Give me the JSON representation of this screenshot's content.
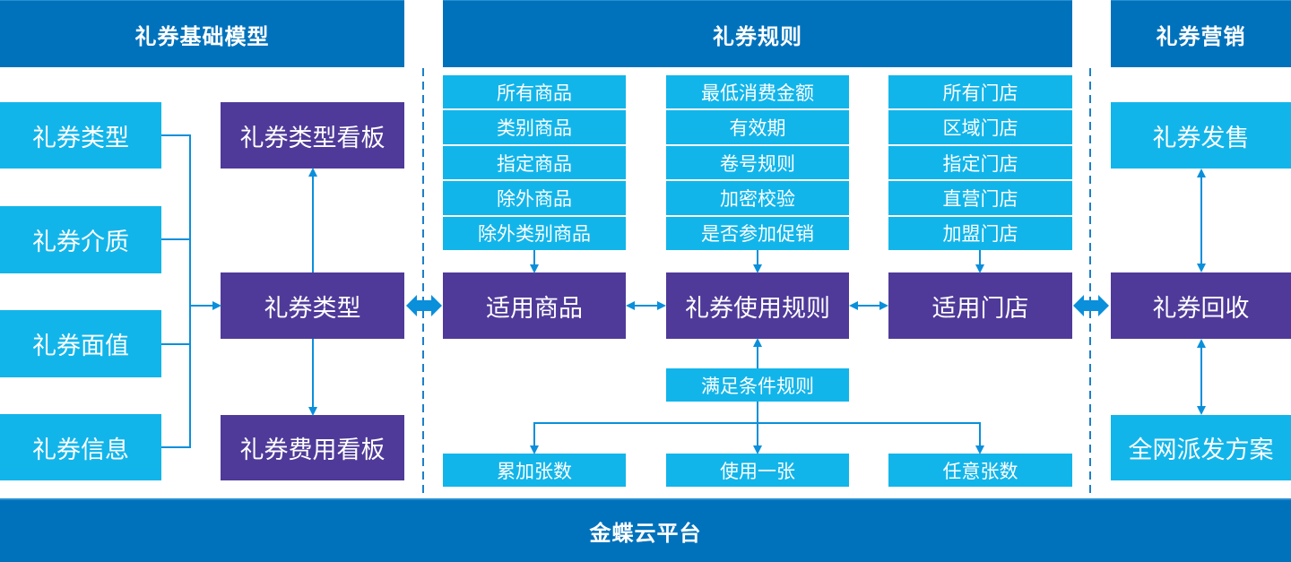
{
  "colors": {
    "header_blue": "#0072BC",
    "box_cyan": "#12B5EA",
    "box_purple": "#4F3A99",
    "connector_blue": "#0A8FDB",
    "text_white": "#FFFFFF"
  },
  "sections": {
    "base_model": {
      "title": "礼券基础模型",
      "inputs": [
        "礼券类型",
        "礼券介质",
        "礼券面值",
        "礼券信息"
      ],
      "core": "礼券类型",
      "outputs": {
        "top": "礼券类型看板",
        "bottom": "礼券费用看板"
      }
    },
    "rules": {
      "title": "礼券规则",
      "goods_options": [
        "所有商品",
        "类别商品",
        "指定商品",
        "除外商品",
        "除外类别商品"
      ],
      "rule_options": [
        "最低消费金额",
        "有效期",
        "卷号规则",
        "加密校验",
        "是否参加促销"
      ],
      "store_options": [
        "所有门店",
        "区域门店",
        "指定门店",
        "直营门店",
        "加盟门店"
      ],
      "applicable_goods": "适用商品",
      "usage_rules": "礼券使用规则",
      "applicable_stores": "适用门店",
      "condition_rules": "满足条件规则",
      "quantity_options": [
        "累加张数",
        "使用一张",
        "任意张数"
      ]
    },
    "marketing": {
      "title": "礼券营销",
      "sale": "礼券发售",
      "recycle": "礼券回收",
      "distribution": "全网派发方案"
    }
  },
  "platform": {
    "label": "金蝶云平台"
  },
  "icons": {
    "arrow": "arrow-icon",
    "double_arrow": "double-arrow-icon",
    "block_double_arrow": "block-double-arrow-icon",
    "dashed_divider": "dashed-divider"
  }
}
